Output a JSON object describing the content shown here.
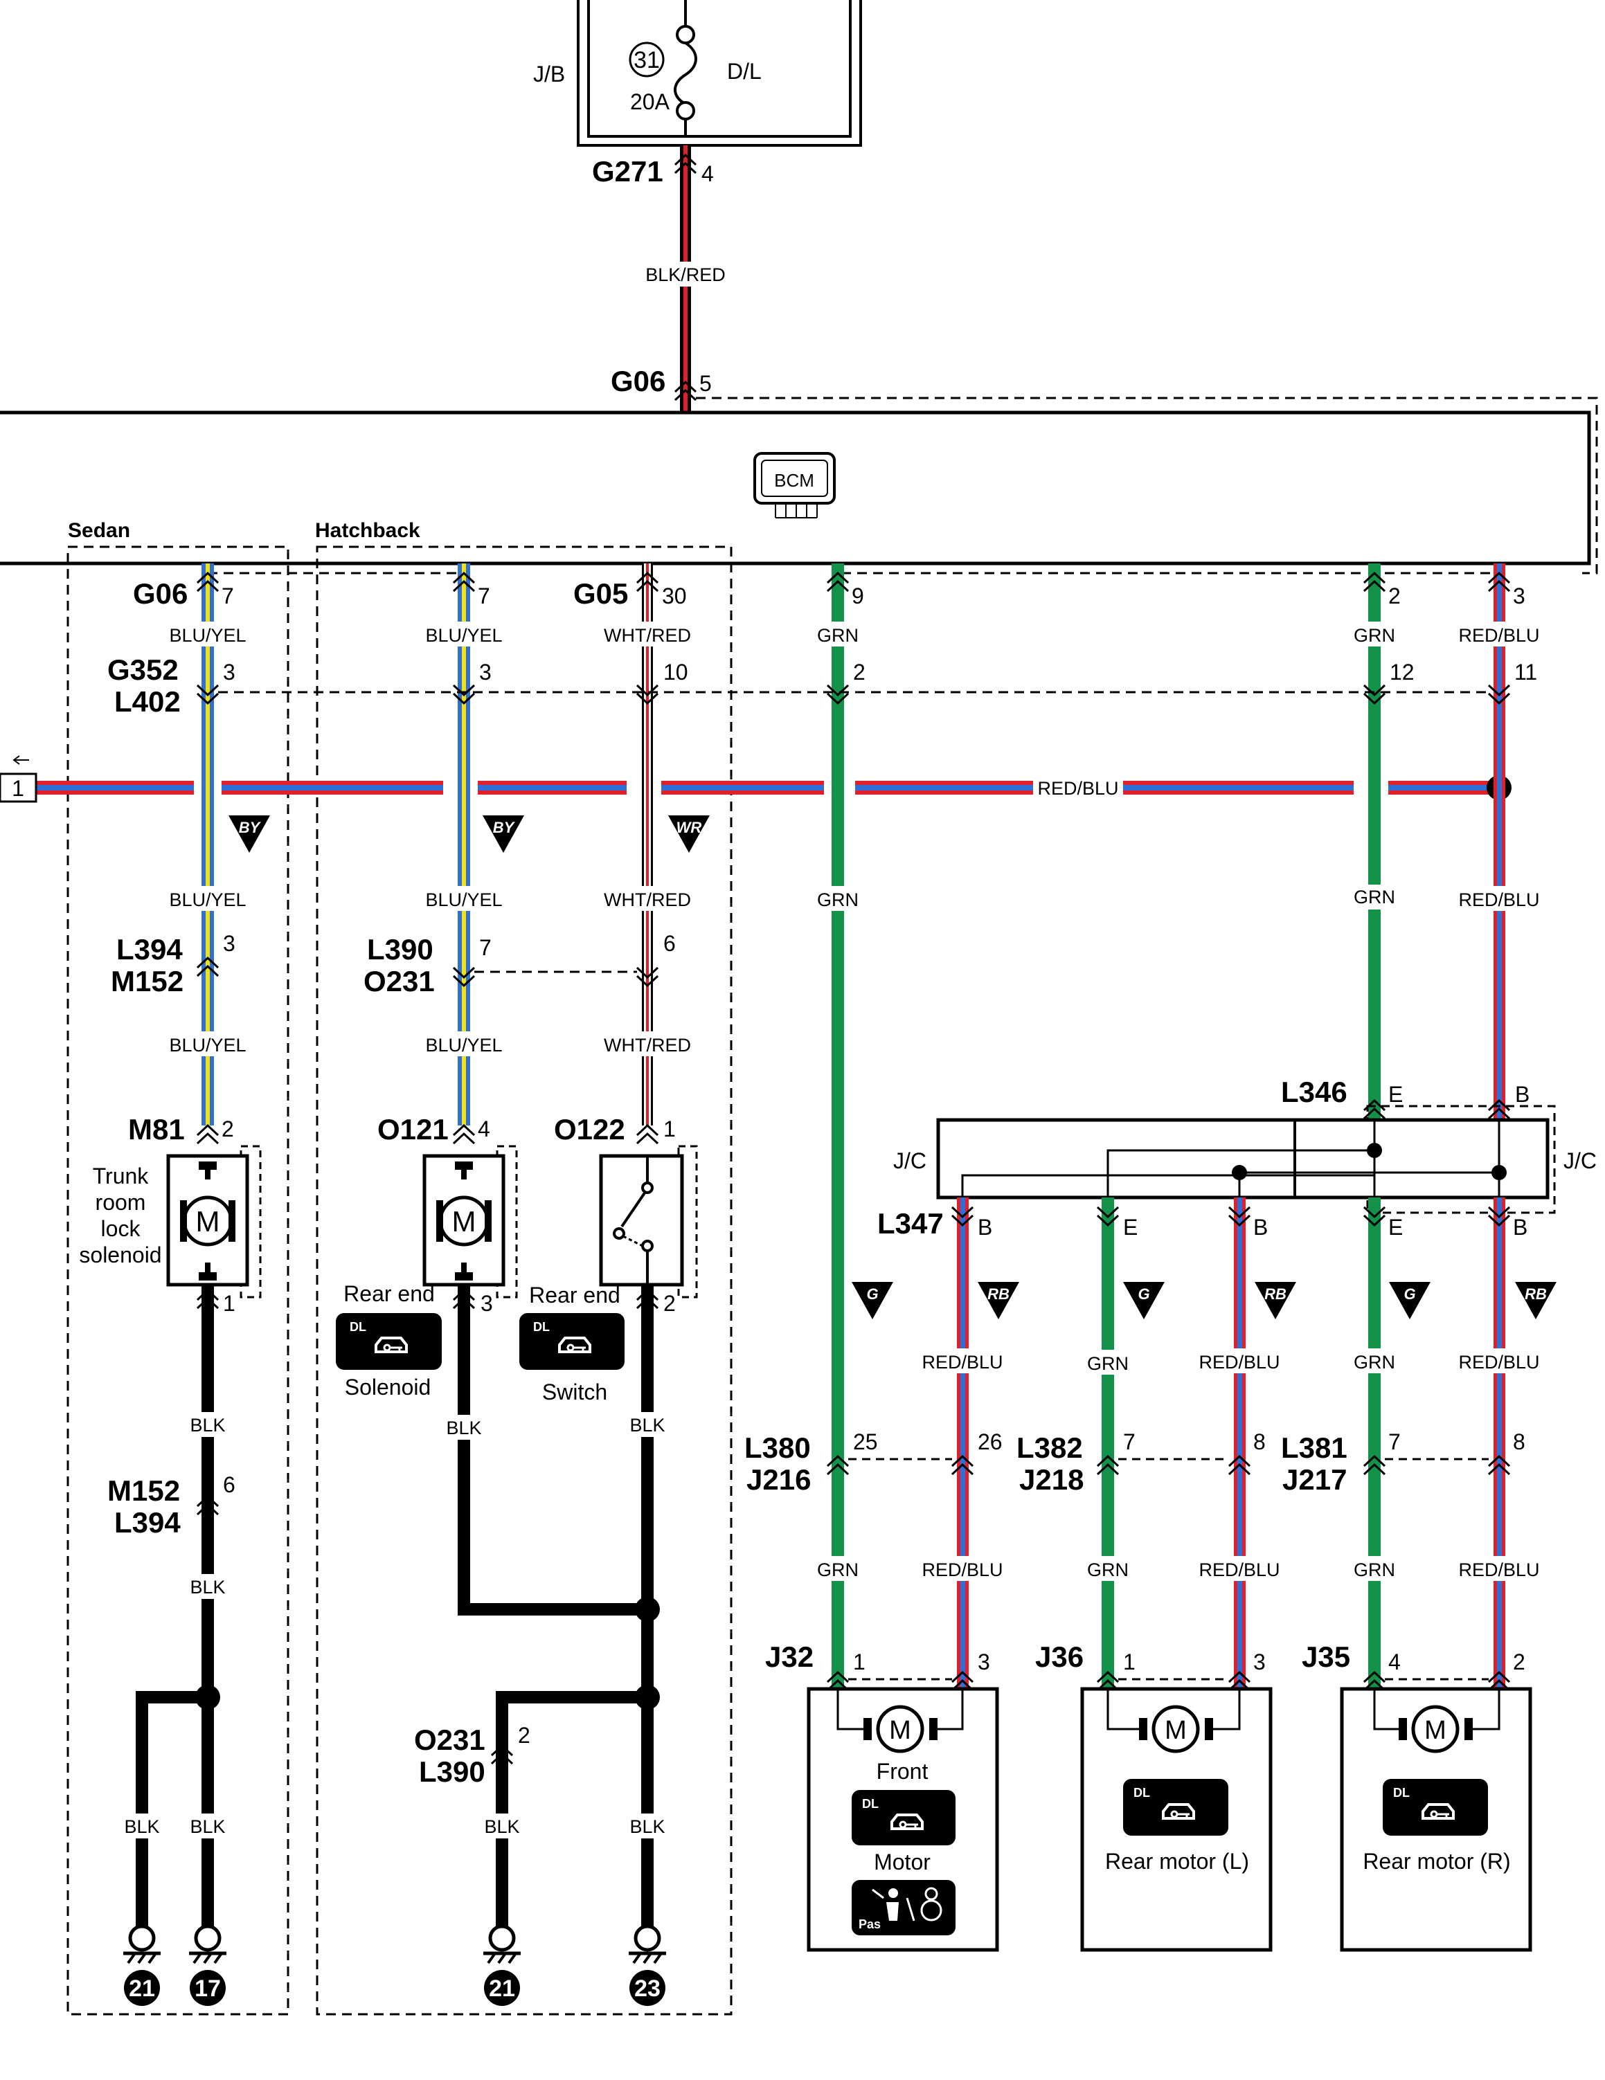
{
  "junction_block": {
    "label": "J/B",
    "fuse_number": "31",
    "fuse_rating": "20A",
    "circuit": "D/L"
  },
  "bcm": {
    "label": "BCM"
  },
  "sections": {
    "sedan": "Sedan",
    "hatchback": "Hatchback"
  },
  "connectors": {
    "g271": {
      "id": "G271",
      "pin": "4"
    },
    "g06_top": {
      "id": "G06",
      "pin": "5"
    },
    "g06_sedan": {
      "id": "G06",
      "pin": "7"
    },
    "g06_hatch_pin": "7",
    "g05": {
      "id": "G05",
      "pin": "30"
    },
    "g02_pin_9": "9",
    "g02_pin_2": "2",
    "g02_pin_3": "3",
    "g352": {
      "id1": "G352",
      "id2": "L402",
      "pins": [
        "3",
        "3",
        "10",
        "2",
        "12",
        "11"
      ]
    },
    "l394_m152": {
      "id1": "L394",
      "id2": "M152",
      "pin": "3"
    },
    "l390_o231": {
      "id1": "L390",
      "id2": "O231",
      "pins": [
        "7",
        "6"
      ]
    },
    "m81": {
      "id": "M81",
      "pin_top": "2",
      "pin_bottom": "1"
    },
    "o121": {
      "id": "O121",
      "pin_top": "4",
      "pin_bottom": "3"
    },
    "o122": {
      "id": "O122",
      "pin_top": "1",
      "pin_bottom": "2"
    },
    "m152_l394": {
      "id1": "M152",
      "id2": "L394",
      "pin": "6"
    },
    "o231_l390": {
      "id1": "O231",
      "id2": "L390",
      "pin": "2"
    },
    "l346": {
      "id": "L346",
      "pins": [
        "E",
        "B"
      ]
    },
    "l347": {
      "id": "L347",
      "pins": [
        "B",
        "E",
        "B",
        "E",
        "B"
      ]
    },
    "jc_label": "J/C",
    "l380": {
      "id1": "L380",
      "id2": "J216",
      "pins": [
        "25",
        "26"
      ]
    },
    "l382": {
      "id1": "L382",
      "id2": "J218",
      "pins": [
        "7",
        "8"
      ]
    },
    "l381": {
      "id1": "L381",
      "id2": "J217",
      "pins": [
        "7",
        "8"
      ]
    },
    "j32": {
      "id": "J32",
      "pins": [
        "1",
        "3"
      ]
    },
    "j36": {
      "id": "J36",
      "pins": [
        "1",
        "3"
      ]
    },
    "j35": {
      "id": "J35",
      "pins": [
        "4",
        "2"
      ]
    }
  },
  "wire_colors": {
    "blk_red": "BLK/RED",
    "blu_yel": "BLU/YEL",
    "wht_red": "WHT/RED",
    "grn": "GRN",
    "red_blu": "RED/BLU",
    "blk": "BLK"
  },
  "splice_tags": {
    "by": "BY",
    "wr": "WR",
    "g": "G",
    "rb": "RB"
  },
  "reference_box": "1",
  "components": {
    "trunk": [
      "Trunk",
      "room",
      "lock",
      "solenoid"
    ],
    "rear_end": "Rear end",
    "solenoid": "Solenoid",
    "switch": "Switch",
    "dl": "DL",
    "pas": "Pas",
    "front_motor_top": "Front",
    "front_motor_bottom": "Motor",
    "rear_motor_l": "Rear motor (L)",
    "rear_motor_r": "Rear motor (R)",
    "motor_symbol": "M"
  },
  "grounds": [
    "21",
    "17",
    "21",
    "23"
  ],
  "colors": {
    "black": "#000000",
    "red": "#e0202a",
    "blue": "#2f6fd8",
    "yellow": "#f2e20a",
    "green": "#15924a",
    "white": "#ffffff"
  }
}
